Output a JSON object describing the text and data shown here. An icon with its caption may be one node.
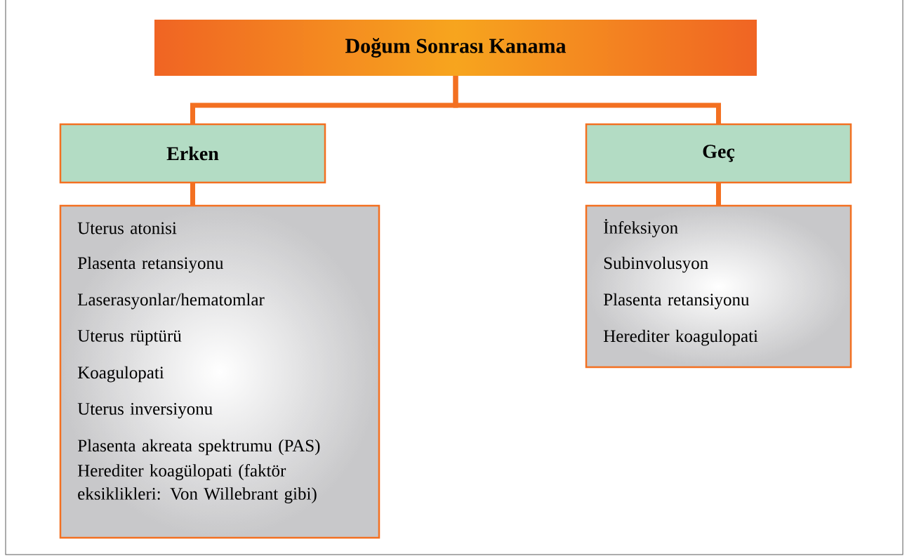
{
  "diagram": {
    "nodes": [
      {
        "text": [
          "Doğum Sonrası Kanama"
        ]
      },
      {
        "text": [
          "Erken"
        ]
      },
      {
        "text": [
          "Geç"
        ]
      },
      {
        "text": [
          "Uterus atonisi",
          "Plasenta retansiyonu",
          "Laserasyonlar/hematomlar",
          "Uterus rüptürü",
          "Koagulopati",
          "Uterus inversiyonu",
          "Plasenta akreata spektrumu (PAS)",
          "Herediter koagülopati (faktör eksiklikleri: Von Willebrant gibi)"
        ]
      },
      {
        "text": [
          "İnfeksiyon",
          "Subinvolusyon",
          "Plasenta retansiyonu",
          "Herediter koagulopati"
        ]
      }
    ],
    "edges": [
      {
        "from": 0,
        "to": 1,
        "arrow": "none"
      },
      {
        "from": 0,
        "to": 2,
        "arrow": "none"
      },
      {
        "from": 1,
        "to": 3,
        "arrow": "none"
      },
      {
        "from": 2,
        "to": 4,
        "arrow": "none"
      }
    ]
  }
}
